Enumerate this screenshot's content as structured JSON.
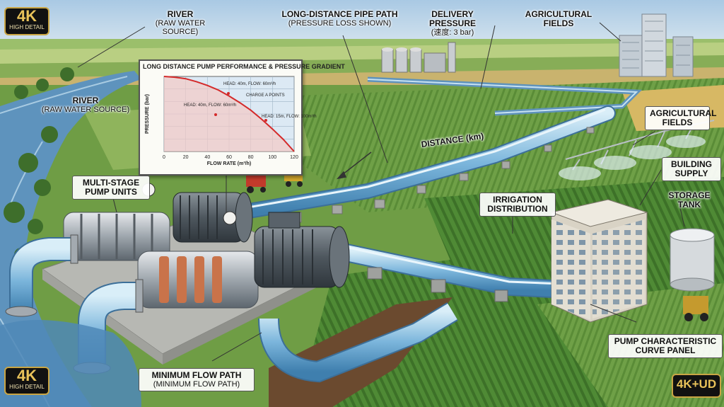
{
  "badges": {
    "top_left": {
      "big": "4K",
      "small": "HIGH DETAIL"
    },
    "bottom_left": {
      "big": "4K",
      "small": "HIGH DETAIL"
    },
    "bottom_right": {
      "big": "4K+UD"
    }
  },
  "labels": {
    "river_top": {
      "title": "RIVER",
      "sub": "(RAW WATER SOURCE)"
    },
    "river_mid": {
      "title": "RIVER",
      "sub": "(RAW WATER SOURCE)"
    },
    "pipe_path": {
      "title": "LONG-DISTANCE PIPE PATH",
      "sub": "(PRESSURE LOSS SHOWN)"
    },
    "delivery_pressure": {
      "title": "DELIVERY PRESSURE",
      "sub": "(速度: 3 bar)"
    },
    "fields_top": {
      "title": "AGRICULTURAL FIELDS"
    },
    "fields_right": {
      "title": "AGRICULTURAL FIELDS"
    },
    "distance": {
      "title": "DISTANCE (km)"
    },
    "building": {
      "title": "BUILDING SUPPLY"
    },
    "storage": {
      "title": "STORAGE TANK"
    },
    "irrigation": {
      "title": "IRRIGATION DISTRIBUTION"
    },
    "pumps": {
      "title": "MULTI-STAGE PUMP UNITS"
    },
    "curve_panel": {
      "title": "PUMP CHARACTERISTIC CURVE PANEL"
    },
    "min_flow": {
      "title": "MINIMUM FLOW PATH",
      "sub": "(MINIMUM FLOW PATH)"
    }
  },
  "chart_data": {
    "type": "line",
    "title": "LONG DISTANCE PUMP PERFORMANCE & PRESSURE GRADIENT",
    "xlabel": "FLOW RATE (m³/h)",
    "ylabel": "PRESSURE (bar)",
    "xlim": [
      0,
      120
    ],
    "x_ticks": [
      0,
      20,
      40,
      60,
      80,
      100,
      120
    ],
    "grid": true,
    "series": [
      {
        "x": [
          0,
          10,
          20,
          30,
          40,
          50,
          60,
          70,
          80,
          90,
          100,
          110,
          120
        ],
        "y": [
          1.0,
          0.99,
          0.97,
          0.93,
          0.88,
          0.82,
          0.74,
          0.65,
          0.55,
          0.43,
          0.3,
          0.16,
          0.0
        ],
        "color": "#d42a2a"
      }
    ],
    "annotations": [
      {
        "text": "HEAD: 40m, FLOW: 60m³/h"
      },
      {
        "text": "HEAD: 40m, FLOW: 60m³/h"
      },
      {
        "text": "CHARGE A POINTS"
      },
      {
        "text": "HEAD: 15m, FLOW: 100m³/h"
      }
    ]
  }
}
